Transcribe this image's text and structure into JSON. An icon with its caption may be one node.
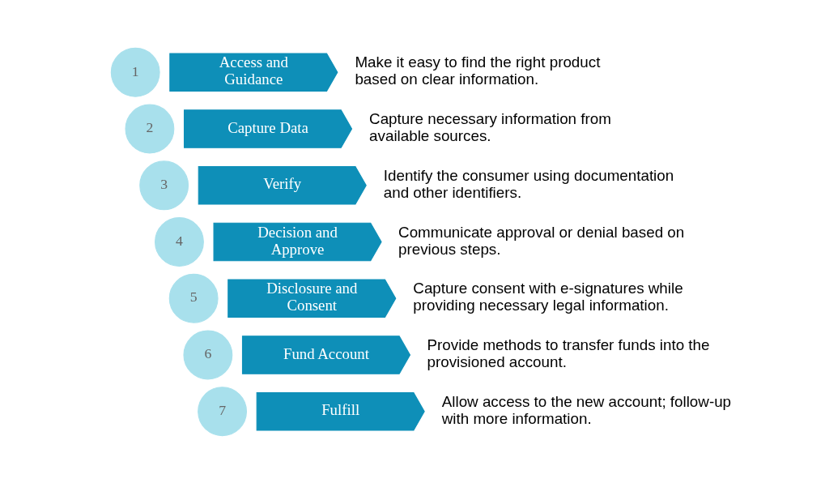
{
  "diagram": {
    "nodes": [
      {
        "text": [
          "1"
        ]
      },
      {
        "text": [
          "Access and Guidance"
        ],
        "beside": [
          "Make it easy to find the right product based on clear information."
        ]
      },
      {
        "text": [
          "2"
        ]
      },
      {
        "text": [
          "Capture Data"
        ],
        "beside": [
          "Capture necessary information from available sources."
        ]
      },
      {
        "text": [
          "3"
        ]
      },
      {
        "text": [
          "Verify"
        ],
        "beside": [
          "Identify the consumer using documentation and other identifiers."
        ]
      },
      {
        "text": [
          "4"
        ]
      },
      {
        "text": [
          "Decision and Approve"
        ],
        "beside": [
          "Communicate approval or denial based on previous steps."
        ]
      },
      {
        "text": [
          "5"
        ]
      },
      {
        "text": [
          "Disclosure and Consent"
        ],
        "beside": [
          "Capture consent with e-signatures while providing necessary legal information."
        ]
      },
      {
        "text": [
          "6"
        ]
      },
      {
        "text": [
          "Fund Account"
        ],
        "beside": [
          "Provide methods to transfer funds into the provisioned account."
        ]
      },
      {
        "text": [
          "7"
        ]
      },
      {
        "text": [
          "Fulfill"
        ],
        "beside": [
          "Allow access to the new account; follow-up with more information."
        ]
      }
    ],
    "edges": []
  }
}
